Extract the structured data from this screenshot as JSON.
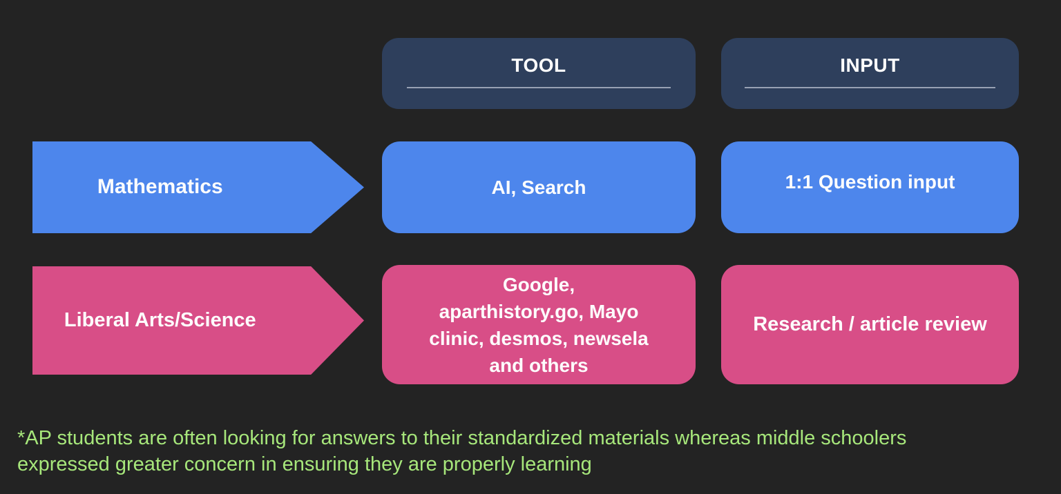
{
  "colors": {
    "background": "#232323",
    "header_navy": "#2e3f5c",
    "row_blue": "#4d86ec",
    "row_pink": "#d84e87",
    "footnote_green": "#a7e77b",
    "header_underline": "#98a1b4",
    "text_white": "#fdfdfd"
  },
  "headers": [
    {
      "id": "tool",
      "label": "TOOL"
    },
    {
      "id": "input",
      "label": "INPUT"
    }
  ],
  "rows": [
    {
      "category": "Mathematics",
      "tool": "AI, Search",
      "input": "1:1 Question input",
      "color": "#4d86ec"
    },
    {
      "category": "Liberal Arts/Science",
      "tool": "Google,\naparthistory.go, Mayo\nclinic, desmos, newsela\nand others",
      "input": "Research / article review",
      "color": "#d84e87"
    }
  ],
  "footnote": {
    "text": "*AP students are often looking for answers to their standardized materials whereas middle schoolers\nexpressed greater concern in ensuring they are properly learning"
  }
}
